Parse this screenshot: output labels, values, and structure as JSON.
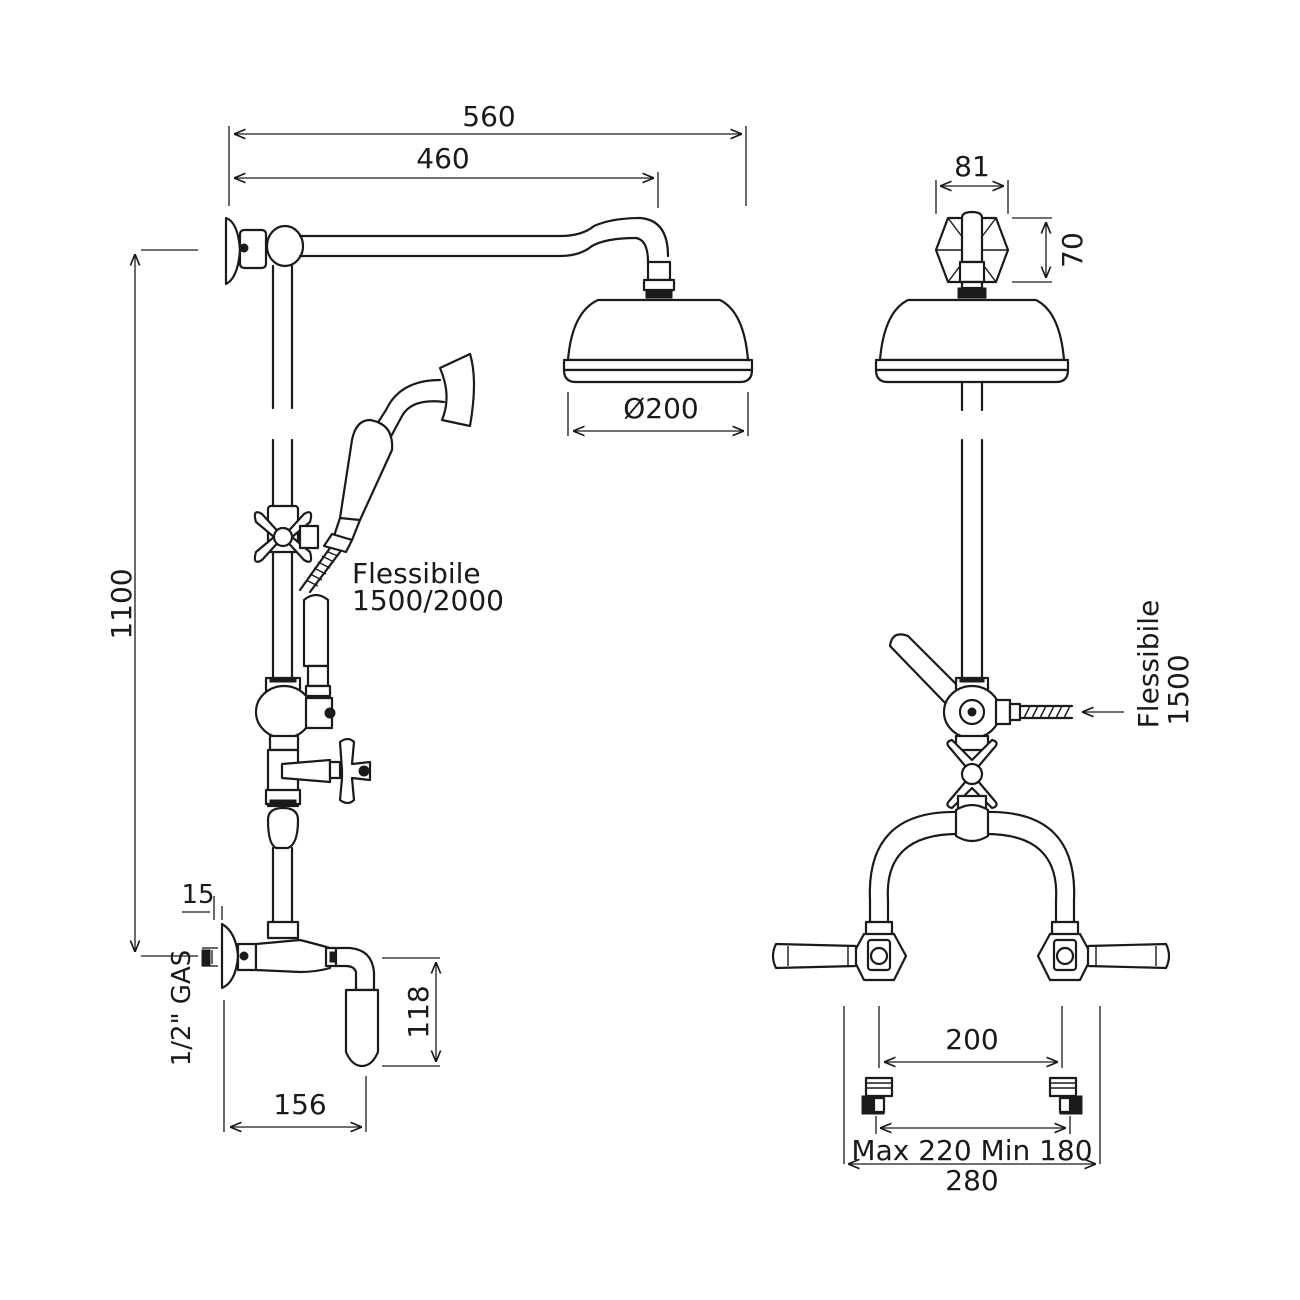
{
  "dimensions": {
    "overall_width": "560",
    "arm_length": "460",
    "total_height": "1100",
    "head_diameter": "Ø200",
    "connector_width": "81",
    "connector_height": "70",
    "offset": "15",
    "thread": "1/2\" GAS",
    "outlet_height": "118",
    "depth": "156",
    "centres": "200",
    "adjust_range": "Max 220 Min 180",
    "overall_base": "280"
  },
  "labels": {
    "hose_front_line1": "Flessibile",
    "hose_front_line2": "1500/2000",
    "hose_side_line1": "Flessibile",
    "hose_side_line2": "1500"
  }
}
